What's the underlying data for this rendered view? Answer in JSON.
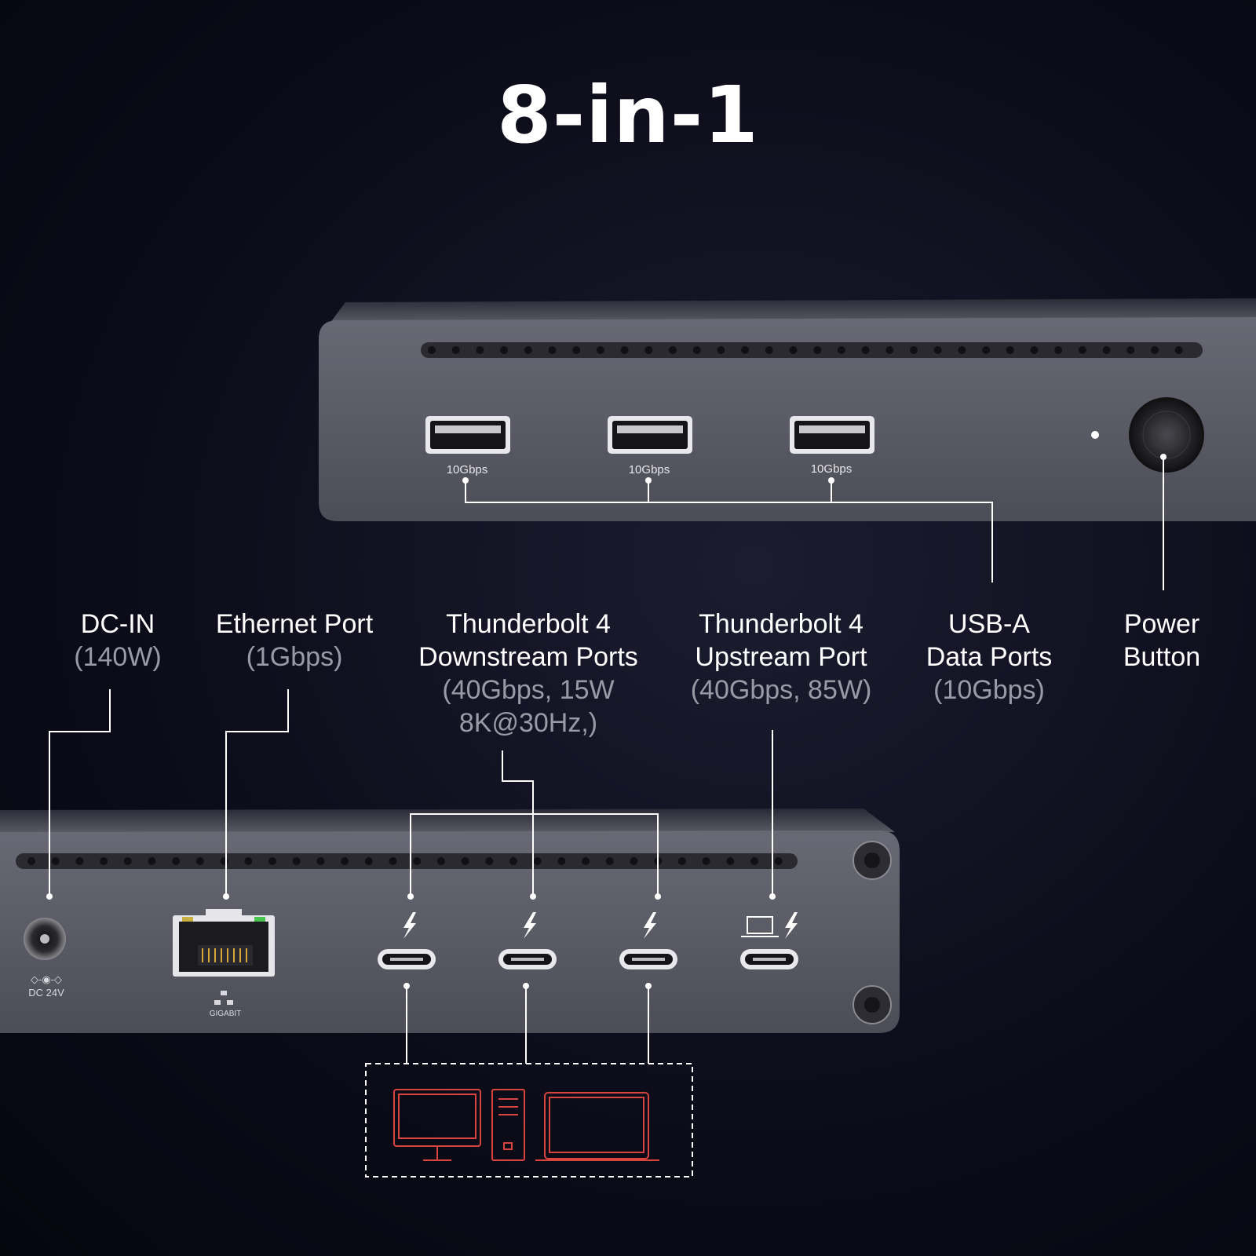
{
  "title": "8-in-1",
  "front_panel": {
    "usb_speed_label": "10Gbps"
  },
  "rear_panel": {
    "dc_caption": "DC 24V",
    "ethernet_caption": "GIGABIT"
  },
  "labels": {
    "dc_in": {
      "main": "DC-IN",
      "sub": "(140W)"
    },
    "ethernet": {
      "main": "Ethernet Port",
      "sub": "(1Gbps)"
    },
    "tb4_down": {
      "main1": "Thunderbolt 4",
      "main2": "Downstream Ports",
      "sub1": "(40Gbps,  15W",
      "sub2": "8K@30Hz,)"
    },
    "tb4_up": {
      "main1": "Thunderbolt 4",
      "main2": "Upstream Port",
      "sub": "(40Gbps, 85W)"
    },
    "usb_a": {
      "main1": "USB-A",
      "main2": "Data Ports",
      "sub": "(10Gbps)"
    },
    "power": {
      "main1": "Power",
      "main2": "Button"
    }
  },
  "colors": {
    "device_body": "#55565f",
    "device_top": "#6b6c75",
    "line": "#ffffff",
    "accent_icons": "#d9443f",
    "sub_text": "#9a9aa6"
  },
  "icons": [
    "usb-a-port",
    "power-button",
    "dc-jack",
    "ethernet-port",
    "thunderbolt-icon",
    "usb-c-port",
    "laptop-icon",
    "monitor-icon",
    "desktop-tower-icon",
    "tablet-icon"
  ]
}
